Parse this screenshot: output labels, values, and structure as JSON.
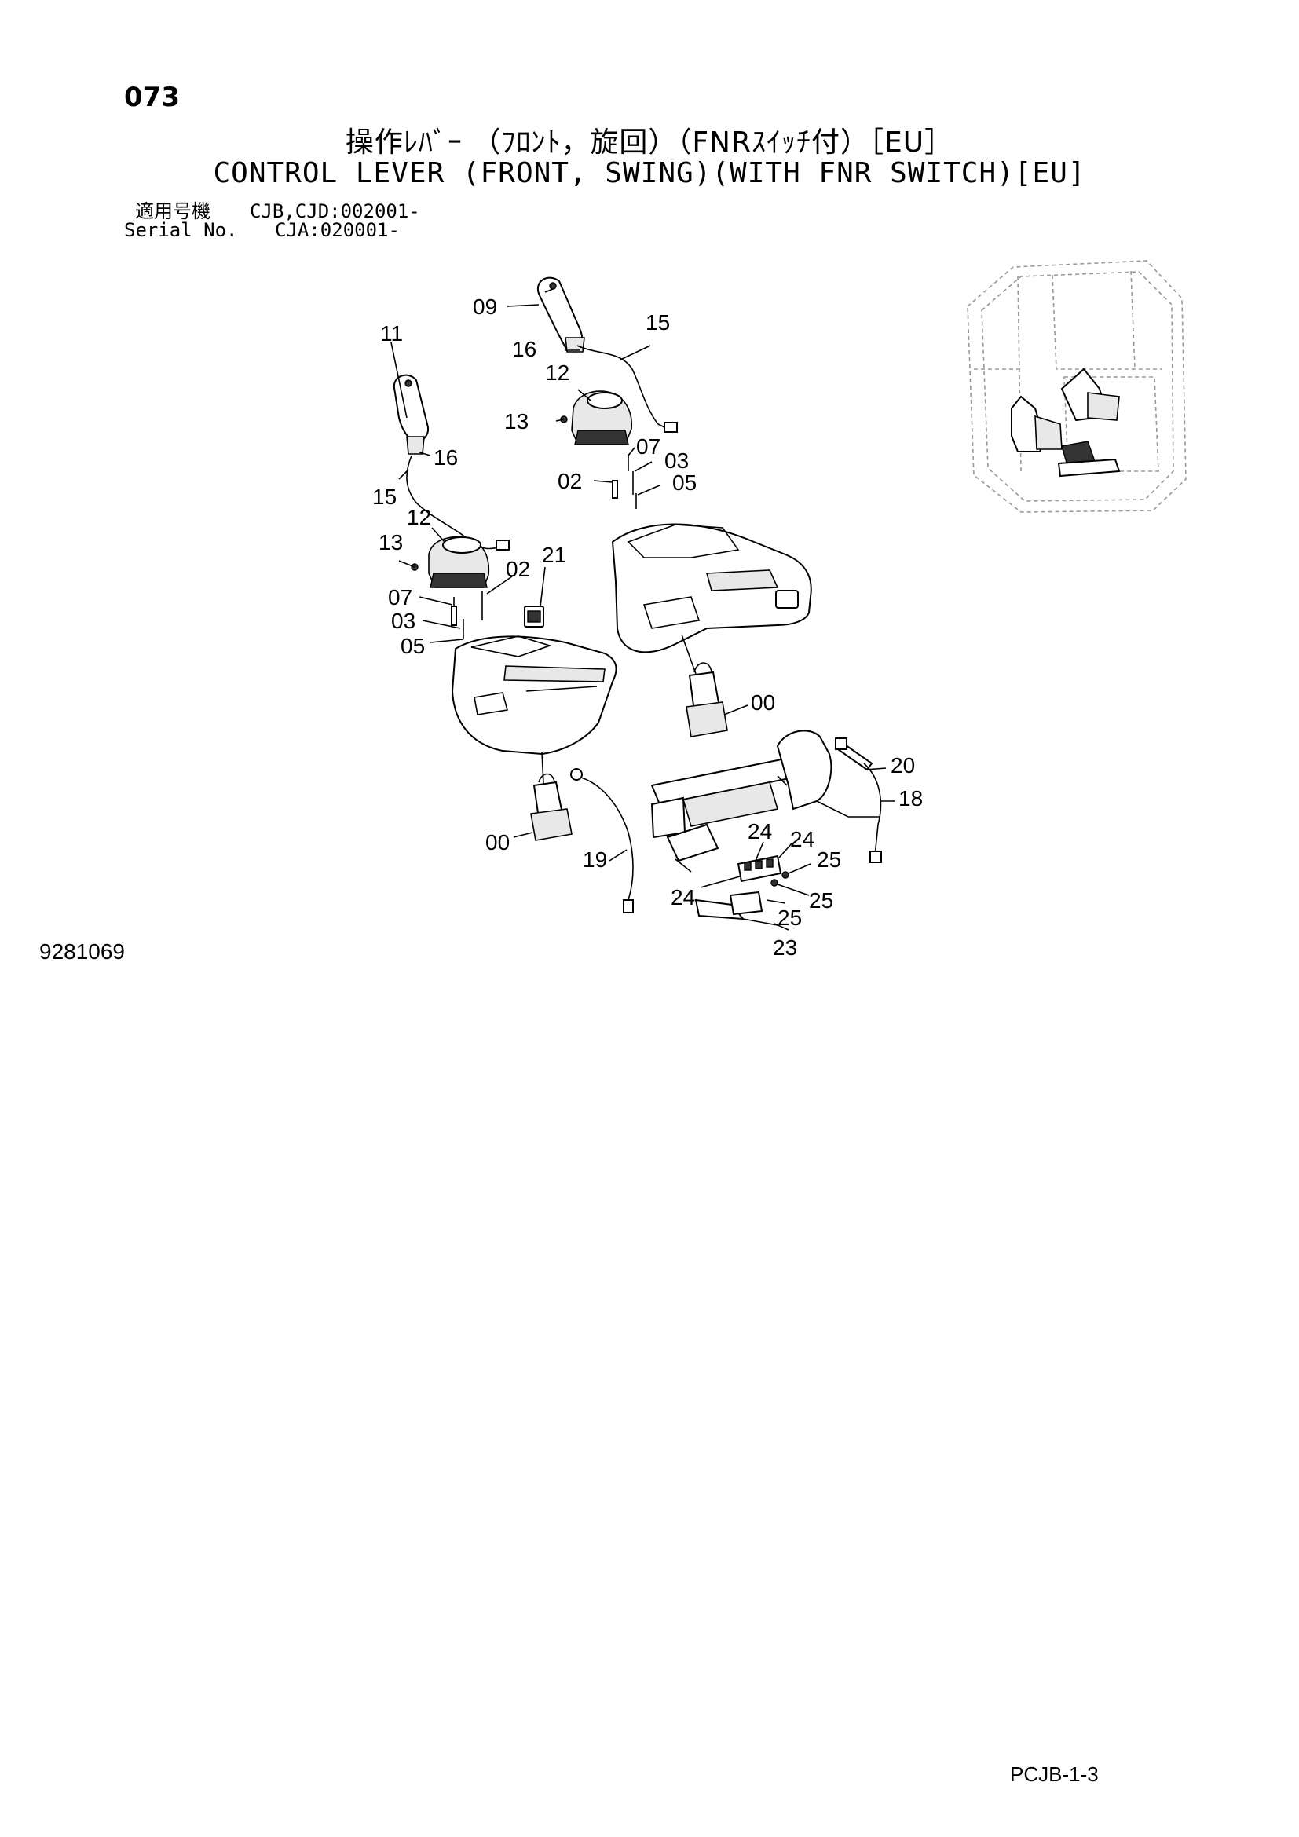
{
  "page": {
    "number": "073",
    "title_jp": "操作ﾚﾊﾞｰ （ﾌﾛﾝﾄ，旋回）（FNRｽｲｯﾁ付）［EU］",
    "title_en": "CONTROL LEVER (FRONT, SWING)(WITH FNR SWITCH)[EU]",
    "serial_label_jp": "適用号機",
    "serial_label_en": "Serial No.",
    "serial_values": [
      "CJB,CJD:002001-",
      "CJA:020001-"
    ],
    "figure_number": "9281069",
    "page_code": "PCJB-1-3"
  },
  "callouts": [
    {
      "id": "left-11",
      "label": "11"
    },
    {
      "id": "left-16",
      "label": "16"
    },
    {
      "id": "left-15",
      "label": "15"
    },
    {
      "id": "left-12",
      "label": "12"
    },
    {
      "id": "left-13",
      "label": "13"
    },
    {
      "id": "left-02",
      "label": "02"
    },
    {
      "id": "left-21",
      "label": "21"
    },
    {
      "id": "left-07",
      "label": "07"
    },
    {
      "id": "left-03",
      "label": "03"
    },
    {
      "id": "left-05",
      "label": "05"
    },
    {
      "id": "left-00",
      "label": "00"
    },
    {
      "id": "left-19",
      "label": "19"
    },
    {
      "id": "right-09",
      "label": "09"
    },
    {
      "id": "right-15",
      "label": "15"
    },
    {
      "id": "right-16",
      "label": "16"
    },
    {
      "id": "right-12",
      "label": "12"
    },
    {
      "id": "right-13",
      "label": "13"
    },
    {
      "id": "right-07",
      "label": "07"
    },
    {
      "id": "right-03",
      "label": "03"
    },
    {
      "id": "right-02",
      "label": "02"
    },
    {
      "id": "right-05",
      "label": "05"
    },
    {
      "id": "right-00",
      "label": "00"
    },
    {
      "id": "seat-20",
      "label": "20"
    },
    {
      "id": "seat-18",
      "label": "18"
    },
    {
      "id": "seat-24a",
      "label": "24"
    },
    {
      "id": "seat-24b",
      "label": "24"
    },
    {
      "id": "seat-25a",
      "label": "25"
    },
    {
      "id": "seat-24c",
      "label": "24"
    },
    {
      "id": "seat-25b",
      "label": "25"
    },
    {
      "id": "seat-25c",
      "label": "25"
    },
    {
      "id": "seat-23",
      "label": "23"
    }
  ]
}
